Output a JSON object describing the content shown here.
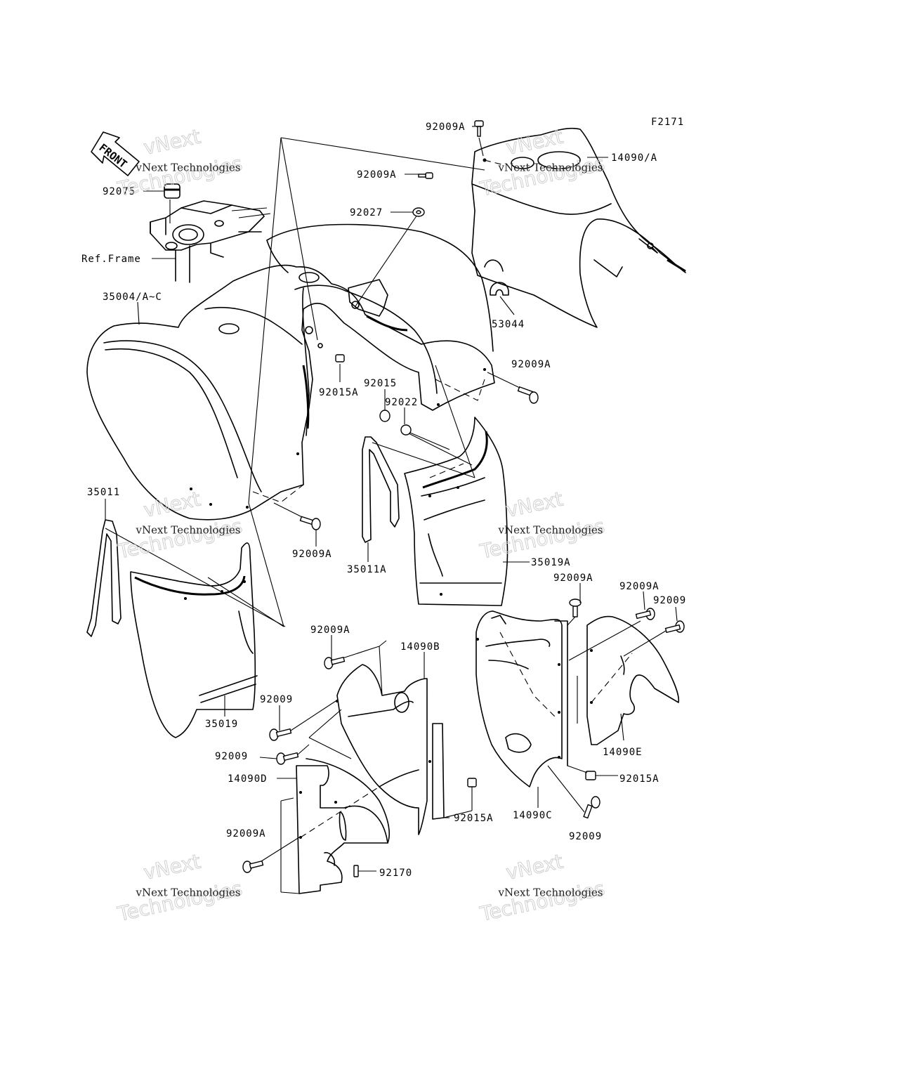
{
  "diagram": {
    "figure_code": "F2171",
    "front_arrow_label": "FRONT",
    "ref_frame_label": "Ref.Frame",
    "watermark_line1": "vNext Technologies",
    "watermark_line2a": "vNext",
    "watermark_line2b": "Technologies",
    "parts": [
      {
        "id": "p01",
        "label": "92009A"
      },
      {
        "id": "p02",
        "label": "14090/A"
      },
      {
        "id": "p03",
        "label": "92075"
      },
      {
        "id": "p04",
        "label": "92009A"
      },
      {
        "id": "p05",
        "label": "92027"
      },
      {
        "id": "p06",
        "label": "Ref.Frame"
      },
      {
        "id": "p07",
        "label": "35004/A~C"
      },
      {
        "id": "p08",
        "label": "53044"
      },
      {
        "id": "p09",
        "label": "92009A"
      },
      {
        "id": "p10",
        "label": "92015A"
      },
      {
        "id": "p11",
        "label": "92015"
      },
      {
        "id": "p12",
        "label": "92022"
      },
      {
        "id": "p13",
        "label": "35011"
      },
      {
        "id": "p14",
        "label": "92009A"
      },
      {
        "id": "p15",
        "label": "35011A"
      },
      {
        "id": "p16",
        "label": "35019A"
      },
      {
        "id": "p17",
        "label": "92009A"
      },
      {
        "id": "p18",
        "label": "92009A"
      },
      {
        "id": "p19",
        "label": "92009"
      },
      {
        "id": "p20",
        "label": "92009A"
      },
      {
        "id": "p21",
        "label": "14090B"
      },
      {
        "id": "p22",
        "label": "92009"
      },
      {
        "id": "p23",
        "label": "35019"
      },
      {
        "id": "p24",
        "label": "92009"
      },
      {
        "id": "p25",
        "label": "14090E"
      },
      {
        "id": "p26",
        "label": "14090D"
      },
      {
        "id": "p27",
        "label": "92015A"
      },
      {
        "id": "p28",
        "label": "92015A"
      },
      {
        "id": "p29",
        "label": "14090C"
      },
      {
        "id": "p30",
        "label": "92009A"
      },
      {
        "id": "p31",
        "label": "92009"
      },
      {
        "id": "p32",
        "label": "92170"
      }
    ]
  }
}
